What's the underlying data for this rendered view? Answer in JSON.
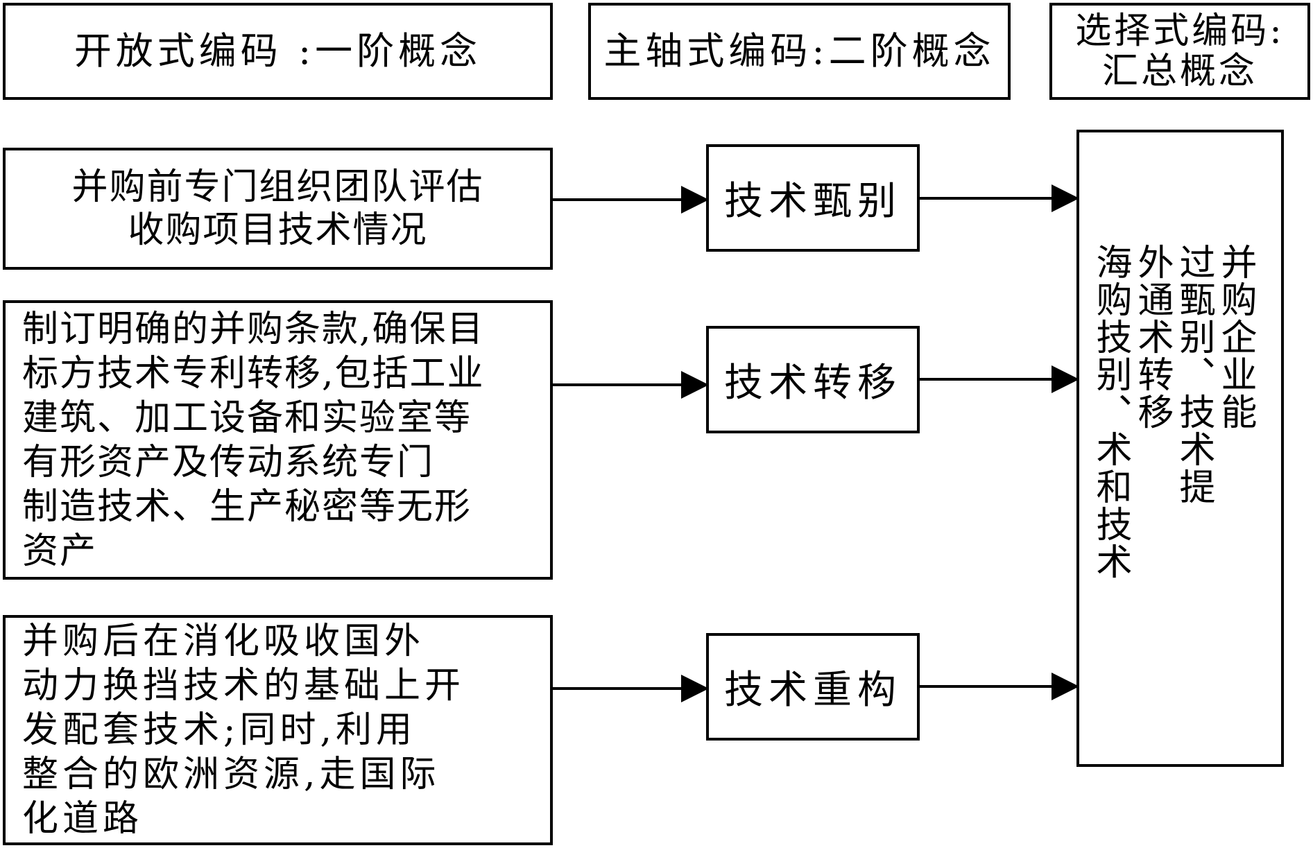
{
  "headers": {
    "open": "开放式编码 :一阶概念",
    "axial": "主轴式编码:二阶概念",
    "selective": "选择式编码:\n汇总概念"
  },
  "open_codes": [
    "并购前专门组织团队评估\n收购项目技术情况",
    "制订明确的并购条款,确保目\n标方技术专利转移,包括工业\n建筑、加工设备和实验室等\n有形资产及传动系统专门\n制造技术、生产秘密等无形\n资产",
    "并购后在消化吸收国外\n动力换挡技术的基础上开\n发配套技术;同时,利用\n整合的欧洲资源,走国际\n化道路"
  ],
  "axial_codes": [
    "技术甄别",
    "技术转移",
    "技术重构"
  ],
  "selective_code": "并购企业能\n过甄别、技术提\n外通术转移\n海购技别、术和技术\n"
}
